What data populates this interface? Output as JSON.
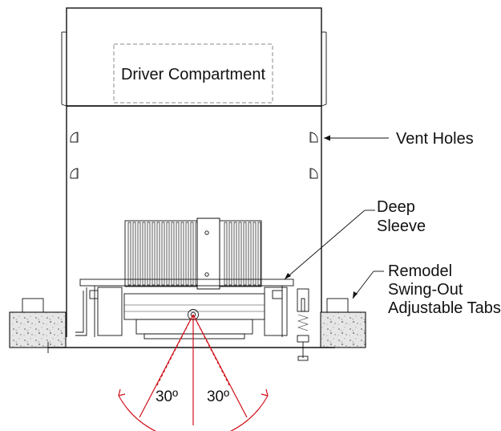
{
  "labels": {
    "driver_compartment": "Driver Compartment",
    "vent_holes": "Vent Holes",
    "deep_sleeve_line1": "Deep",
    "deep_sleeve_line2": "Sleeve",
    "remodel_line1": "Remodel",
    "remodel_line2": "Swing-Out",
    "remodel_line3": "Adjustable Tabs",
    "angle_left": "30º",
    "angle_right": "30º"
  },
  "colors": {
    "line": "#111111",
    "tilt_arc": "#d0101a",
    "background": "#ffffff"
  }
}
